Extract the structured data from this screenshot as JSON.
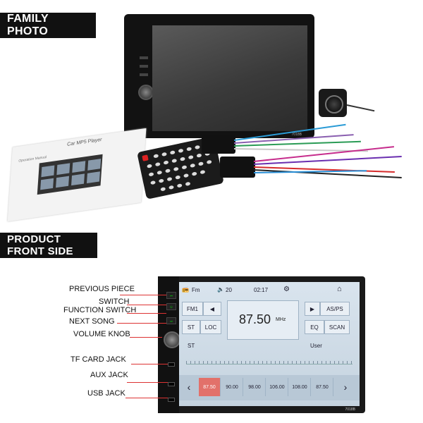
{
  "sections": {
    "top_label": "FAMILY PHOTO",
    "bottom_label": "PRODUCT FRONT SIDE"
  },
  "family_photo": {
    "unit_model": "7018B",
    "manual_title": "Car MP5 Player",
    "manual_subtitle": "Operation Manual"
  },
  "front_side": {
    "unit_model": "7018B",
    "callouts": [
      "PREVIOUS PIECE",
      "SWITCH",
      "FUNCTION SWITCH",
      "NEXT SONG",
      "VOLUME KNOB",
      "TF CARD JACK",
      "AUX JACK",
      "USB JACK"
    ],
    "screen": {
      "status": {
        "source": "Fm",
        "volume": "20",
        "time": "02:17",
        "gear_icon": "gear-icon",
        "home_icon": "home-icon"
      },
      "band": "FM1",
      "frequency": "87.50",
      "unit": "MHz",
      "st_label": "ST",
      "loc_label": "LOC",
      "as_ps_label": "AS/PS",
      "eq_label": "EQ",
      "scan_label": "SCAN",
      "st_indicator": "ST",
      "user_label": "User",
      "presets": [
        "87.50",
        "90.00",
        "98.00",
        "106.00",
        "108.00",
        "87.50"
      ],
      "active_preset_index": 0
    }
  },
  "colors": {
    "label_bg": "#111111",
    "leader_line": "#dd3333",
    "active_preset": "#e2716a"
  }
}
